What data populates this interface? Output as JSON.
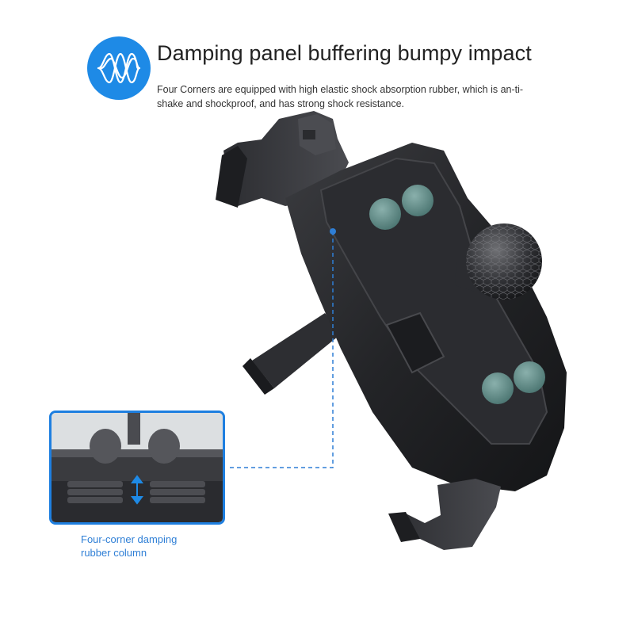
{
  "header": {
    "icon": "wave-icon",
    "title": "Damping panel buffering bumpy impact",
    "subtitle": "Four Corners are equipped with high elastic shock absorption rubber, which is an-ti-shake and shockproof, and has strong shock resistance."
  },
  "inset": {
    "caption_line1": "Four-corner damping",
    "caption_line2": "rubber column"
  },
  "colors": {
    "accent": "#1e8ae6",
    "caption": "#2f7fd6",
    "body": "#1f1f21",
    "rubber": "#5f8b87"
  }
}
